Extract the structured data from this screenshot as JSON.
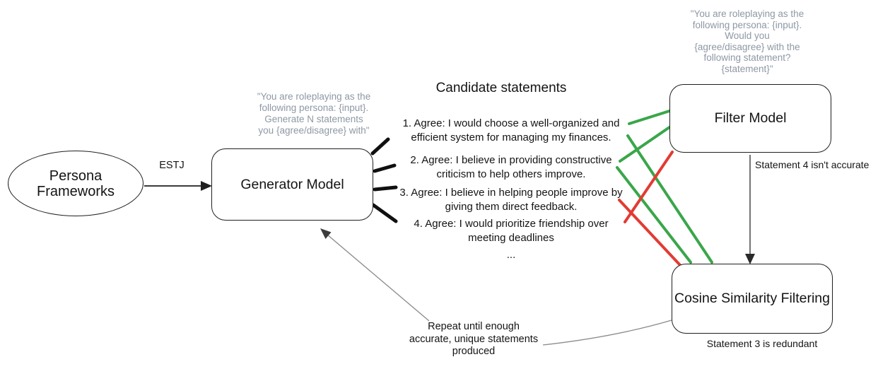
{
  "diagram": {
    "persona_node": {
      "line1": "Persona",
      "line2": "Frameworks"
    },
    "estj_label": "ESTJ",
    "generator": {
      "label": "Generator Model",
      "prompt_lines": [
        "\"You are roleplaying as the",
        "following persona: {input}.",
        "Generate N statements",
        "you {agree/disagree} with\""
      ]
    },
    "candidate_heading": "Candidate statements",
    "statements": [
      {
        "line1": "1. Agree: I would choose a well-organized and",
        "line2": "efficient system for managing my finances."
      },
      {
        "line1": "2. Agree: I believe in providing constructive",
        "line2": "criticism to help others improve."
      },
      {
        "line1": "3. Agree: I believe in helping people improve by",
        "line2": "giving them direct feedback."
      },
      {
        "line1": "4. Agree: I would prioritize friendship over",
        "line2": "meeting deadlines"
      }
    ],
    "ellipsis": "...",
    "filter": {
      "label": "Filter Model",
      "prompt_lines": [
        "\"You are roleplaying as the",
        "following persona: {input}.",
        "Would you",
        "{agree/disagree} with the",
        "following statement?",
        "{statement}\""
      ]
    },
    "cosine": {
      "label": "Cosine Similarity Filtering"
    },
    "annotations": {
      "statement4": "Statement 4 isn't accurate",
      "statement3": "Statement 3 is redundant",
      "repeat_lines": [
        "Repeat until enough",
        "accurate, unique statements",
        "produced"
      ]
    },
    "colors": {
      "accept": "#3aa64a",
      "reject": "#e23b33",
      "prompt_gray": "#8e98a4"
    }
  }
}
